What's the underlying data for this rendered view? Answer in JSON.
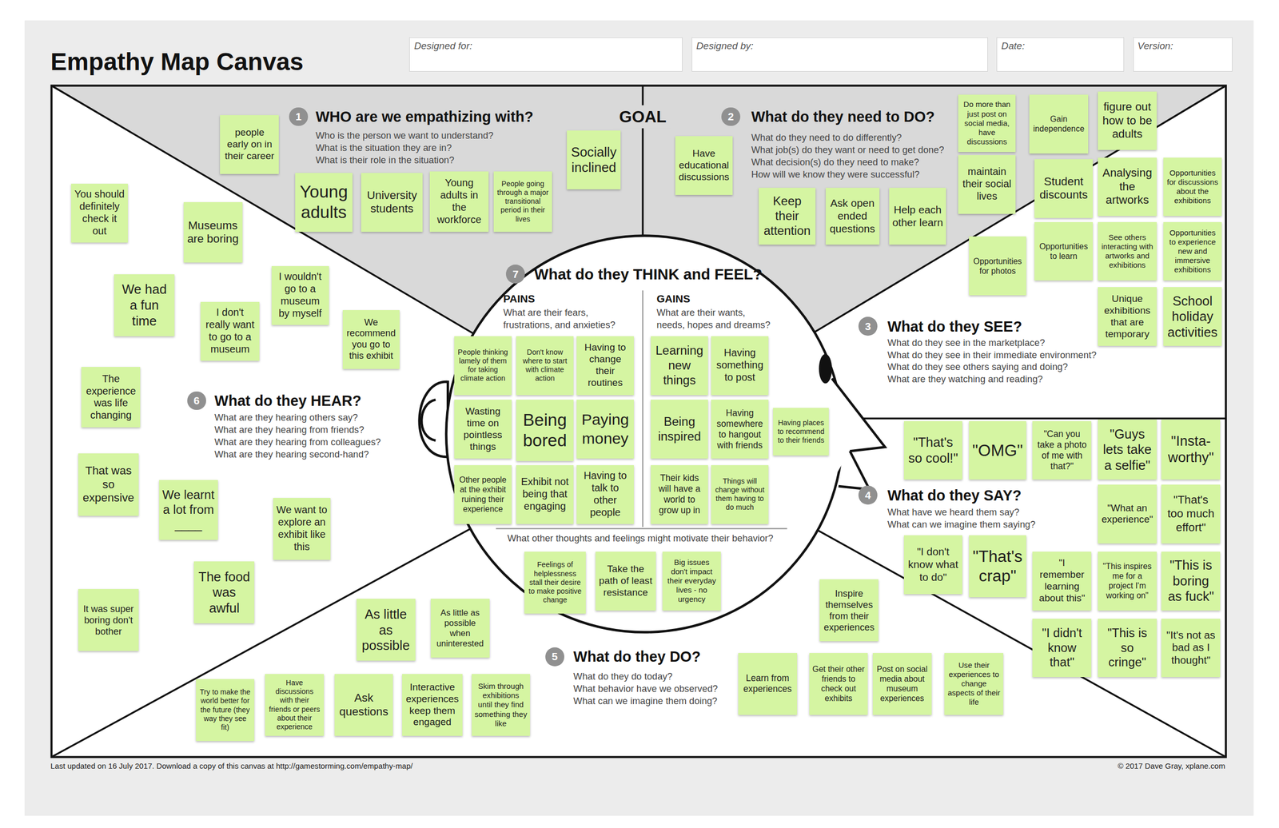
{
  "diagram": {
    "title": "Empathy Map Canvas",
    "nodes": [
      {
        "text": [
          "Designed for:"
        ]
      },
      {
        "text": [
          "Designed by:"
        ]
      },
      {
        "text": [
          "Date:"
        ]
      },
      {
        "text": [
          "Version:"
        ]
      },
      {
        "text": [
          "1"
        ]
      },
      {
        "text": [
          "people early on in their career"
        ]
      },
      {
        "text": [
          "Young adults"
        ]
      },
      {
        "text": [
          "University students"
        ]
      },
      {
        "text": [
          "Young adults in the workforce"
        ]
      },
      {
        "text": [
          "People going through a major transitional period in their lives"
        ]
      },
      {
        "text": [
          "Socially inclined"
        ]
      },
      {
        "text": [
          "2"
        ]
      },
      {
        "text": [
          "Have educational discussions"
        ]
      },
      {
        "text": [
          "Do more than just post on social media, have discussions"
        ]
      },
      {
        "text": [
          "Gain independence"
        ]
      },
      {
        "text": [
          "figure out how to be adults"
        ]
      },
      {
        "text": [
          "maintain their social lives"
        ]
      },
      {
        "text": [
          "Student discounts"
        ]
      },
      {
        "text": [
          "Analysing the artworks"
        ]
      },
      {
        "text": [
          "Opportunities for discussions about the exhibitions"
        ]
      },
      {
        "text": [
          "Keep their attention"
        ]
      },
      {
        "text": [
          "Ask open ended questions"
        ]
      },
      {
        "text": [
          "Help each other learn"
        ]
      },
      {
        "text": [
          "Opportunities for photos"
        ]
      },
      {
        "text": [
          "Opportunities to learn"
        ]
      },
      {
        "text": [
          "See others interacting with artworks and exhibitions"
        ]
      },
      {
        "text": [
          "Opportunities to experience new and immersive exhibitions"
        ]
      },
      {
        "text": [
          "Unique exhibitions that are temporary"
        ]
      },
      {
        "text": [
          "School holiday activities"
        ]
      },
      {
        "text": [
          "3"
        ]
      },
      {
        "text": [
          "4"
        ]
      },
      {
        "text": [
          "\"That's so cool!\""
        ]
      },
      {
        "text": [
          "\"OMG\""
        ]
      },
      {
        "text": [
          "\"Can you take a photo of me with that?\""
        ]
      },
      {
        "text": [
          "\"Guys lets take a selfie\""
        ]
      },
      {
        "text": [
          "\"Insta-worthy\""
        ]
      },
      {
        "text": [
          "\"What an experience\""
        ]
      },
      {
        "text": [
          "\"That's too much effort\""
        ]
      },
      {
        "text": [
          "\"I don't know what to do\""
        ]
      },
      {
        "text": [
          "\"That's crap\""
        ]
      },
      {
        "text": [
          "\"I remember learning about this\""
        ]
      },
      {
        "text": [
          "\"This inspires me for a project I'm working on\""
        ]
      },
      {
        "text": [
          "\"This is boring as fuck\""
        ]
      },
      {
        "text": [
          "\"I didn't know that\""
        ]
      },
      {
        "text": [
          "\"This is so cringe\""
        ]
      },
      {
        "text": [
          "\"It's not as bad as I thought\""
        ]
      },
      {
        "text": [
          "5"
        ]
      },
      {
        "text": [
          "As little as possible"
        ]
      },
      {
        "text": [
          "As little as possible when uninterested"
        ]
      },
      {
        "text": [
          "Inspire themselves from their experiences"
        ]
      },
      {
        "text": [
          "Try to make the world better for the future (they way they see fit)"
        ]
      },
      {
        "text": [
          "Have discussions with their friends or peers about their experience"
        ]
      },
      {
        "text": [
          "Ask questions"
        ]
      },
      {
        "text": [
          "Interactive experiences keep them engaged"
        ]
      },
      {
        "text": [
          "Skim through exhibitions until they find something they like"
        ]
      },
      {
        "text": [
          "Learn from experiences"
        ]
      },
      {
        "text": [
          "Get their other friends to check out exhibits"
        ]
      },
      {
        "text": [
          "Post on social media about museum experiences"
        ]
      },
      {
        "text": [
          "Use their experiences to change aspects of their life"
        ]
      },
      {
        "text": [
          "6"
        ]
      },
      {
        "text": [
          "You should definitely check it out"
        ]
      },
      {
        "text": [
          "Museums are boring"
        ]
      },
      {
        "text": [
          "We had a fun time"
        ]
      },
      {
        "text": [
          "I wouldn't go to a museum by myself"
        ]
      },
      {
        "text": [
          "I don't really want to go to a museum"
        ]
      },
      {
        "text": [
          "We recommend you go to this exhibit"
        ]
      },
      {
        "text": [
          "The experience was life changing"
        ]
      },
      {
        "text": [
          "That was so expensive"
        ]
      },
      {
        "text": [
          "We learnt a lot from ____"
        ]
      },
      {
        "text": [
          "We want to explore an exhibit like this"
        ]
      },
      {
        "text": [
          "The food was awful"
        ]
      },
      {
        "text": [
          "It was super boring don't bother"
        ]
      },
      {
        "text": [
          "7"
        ]
      },
      {
        "text": [
          "People thinking lamely of them for taking climate action"
        ]
      },
      {
        "text": [
          "Don't know where to start with climate action"
        ]
      },
      {
        "text": [
          "Having to change their routines"
        ]
      },
      {
        "text": [
          "Wasting time on pointless things"
        ]
      },
      {
        "text": [
          "Being bored"
        ]
      },
      {
        "text": [
          "Paying money"
        ]
      },
      {
        "text": [
          "Other people at the exhibit ruining their experience"
        ]
      },
      {
        "text": [
          "Exhibit not being that engaging"
        ]
      },
      {
        "text": [
          "Having to talk to other people"
        ]
      },
      {
        "text": [
          "Learning new things"
        ]
      },
      {
        "text": [
          "Having something to post"
        ]
      },
      {
        "text": [
          "Being inspired"
        ]
      },
      {
        "text": [
          "Having somewhere to hangout with friends"
        ]
      },
      {
        "text": [
          "Having places to recommend to their friends"
        ]
      },
      {
        "text": [
          "Their kids will have a world to grow up in"
        ]
      },
      {
        "text": [
          "Things will change without them having to do much"
        ]
      },
      {
        "text": [
          "Feelings of helplessness stall their desire to make positive change"
        ]
      },
      {
        "text": [
          "Take the path of least resistance"
        ]
      },
      {
        "text": [
          "Big issues don't impact their everyday lives - no urgency"
        ]
      }
    ],
    "labels": [
      "WHO are we empathizing with?",
      "Who is the person we want to understand?",
      "What is the situation they are in?",
      "What is their role in the situation?",
      "GOAL",
      "What do they need to DO?",
      "What do they need to do differently?",
      "What job(s) do they want or need to get done?",
      "What decision(s) do they need to make?",
      "How will we know they were successful?",
      "What do they SEE?",
      "What do they see in the marketplace?",
      "What do they see in their immediate environment?",
      "What do they see others saying and doing?",
      "What are they watching and reading?",
      "What do they SAY?",
      "What have we heard them say?",
      "What can we imagine them saying?",
      "What do they DO?",
      "What do they do today?",
      "What behavior have we observed?",
      "What can we imagine them doing?",
      "What do they HEAR?",
      "What are they hearing others say?",
      "What are they hearing from friends?",
      "What are they hearing from colleagues?",
      "What are they hearing second-hand?",
      "What do they THINK and FEEL?",
      "PAINS",
      "What are their fears,",
      "frustrations, and anxieties?",
      "GAINS",
      "What are their wants,",
      "needs, hopes and dreams?",
      "What other thoughts and feelings might motivate their behavior?",
      "Last updated on 16 July 2017. Download a copy of this canvas at http://gamestorming.com/empathy-map/",
      "© 2017 Dave Gray, xplane.com"
    ]
  }
}
